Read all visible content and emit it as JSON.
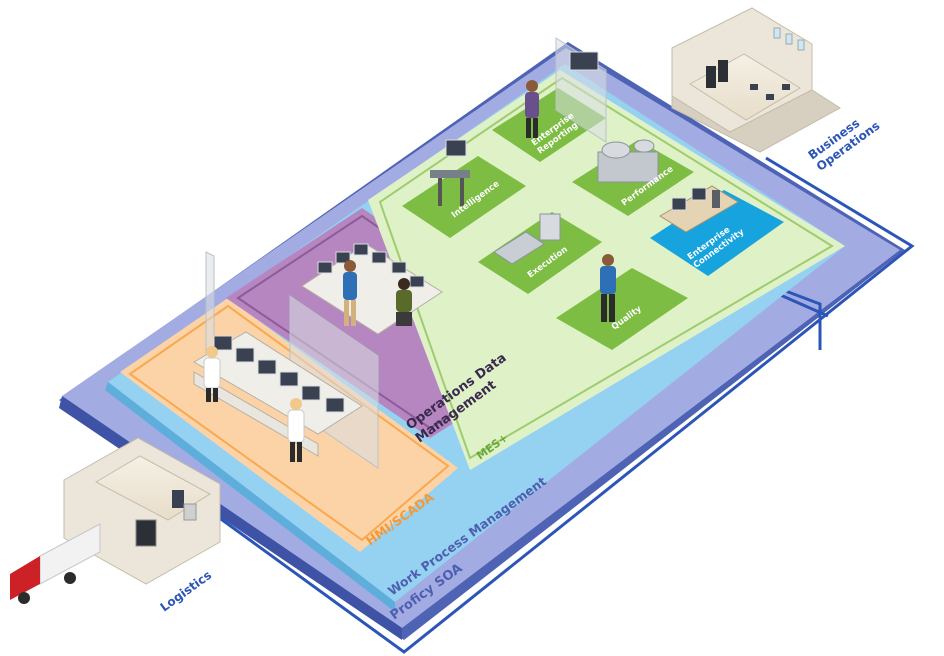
{
  "diagram": {
    "layers": {
      "platform": "Proficy SOA",
      "workflow": "Work Process Management",
      "hmi": "HMI/SCADA",
      "ops_data": "Operations Data\nManagement",
      "mes": "MES+"
    },
    "mes_tiles": {
      "intelligence": "Intelligence",
      "enterprise_reporting": "Enterprise\nReporting",
      "performance": "Performance",
      "execution": "Execution",
      "quality": "Quality",
      "enterprise_connectivity": "Enterprise\nConnectivity"
    },
    "external": {
      "business_operations": "Business\nOperations",
      "logistics": "Logistics"
    }
  },
  "colors": {
    "platform_dark": "#5d72c1",
    "platform_light": "#9ca6e0",
    "workflow": "#93cdee",
    "hmi": "#fbd2a6",
    "ops_data": "#b483bd",
    "mes": "#def0c6",
    "tile_green": "#7dbd43",
    "tile_blue": "#17a3de",
    "line_blue": "#2c55b8",
    "text_white": "#ffffff",
    "text_hmi": "#f29a3b",
    "text_platform": "#4e5fb0",
    "text_dark": "#3a2a4d"
  }
}
